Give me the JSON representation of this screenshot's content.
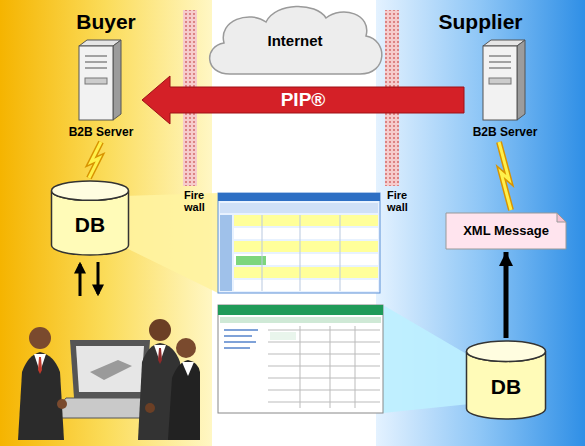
{
  "diagram": {
    "nodes": [
      {
        "text": [
          "Buyer"
        ]
      },
      {
        "text": [
          "Internet"
        ]
      },
      {
        "text": [
          "Supplier"
        ]
      },
      {
        "text": [
          "B2B Server"
        ],
        "in": 0
      },
      {
        "text": [
          "B2B Server"
        ],
        "in": 2
      },
      {
        "text": [
          "DB"
        ],
        "in": 0
      },
      {
        "text": [
          "XML Message"
        ],
        "in": 2
      },
      {
        "text": [
          "DB"
        ],
        "in": 2
      }
    ],
    "edges": [
      {
        "from": 4,
        "to": 3,
        "label": "PIP®",
        "arrow": "to"
      },
      {
        "from": 3,
        "to": 5,
        "arrow": "none"
      },
      {
        "from": 6,
        "to": 4,
        "arrow": "none"
      },
      {
        "from": 7,
        "to": 6,
        "arrow": "to"
      }
    ],
    "labels": [
      "Fire wall",
      "Fire wall"
    ]
  }
}
